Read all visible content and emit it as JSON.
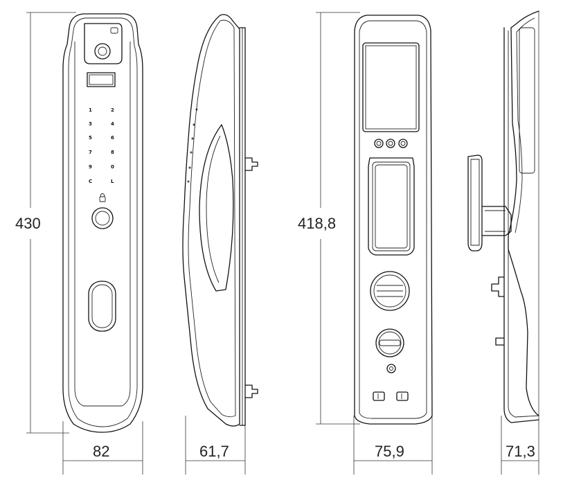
{
  "dimensions": {
    "front_height": "430",
    "front_width": "82",
    "side_depth": "61,7",
    "back_height": "418,8",
    "back_width": "75,9",
    "back_side_depth": "71,3"
  },
  "keypad": {
    "keys": [
      "1",
      "2",
      "3",
      "4",
      "5",
      "6",
      "7",
      "8",
      "9",
      "0",
      "C",
      "L"
    ]
  }
}
